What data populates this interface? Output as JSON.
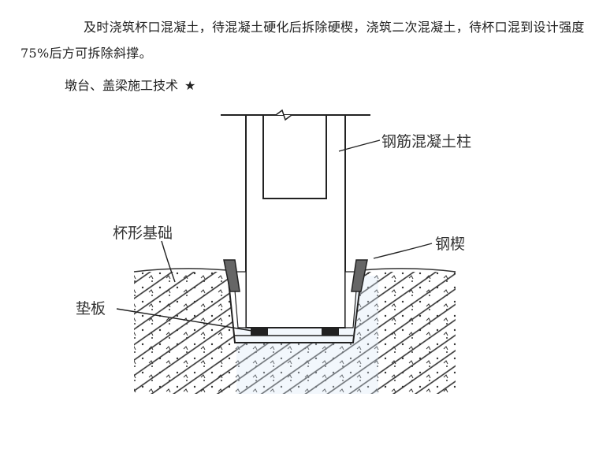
{
  "text": {
    "paragraph": "及时浇筑杯口混凝土，待混凝土硬化后拆除硬楔，浇筑二次混凝土，待杯口混到设计强度 75%后方可拆除斜撑。",
    "heading": "墩台、盖梁施工技术",
    "heading_star": "★"
  },
  "figure": {
    "labels": {
      "column": "钢筋混凝土柱",
      "cup_foundation": "杯形基础",
      "steel_wedge": "钢楔",
      "pad_plate": "垫板"
    }
  }
}
